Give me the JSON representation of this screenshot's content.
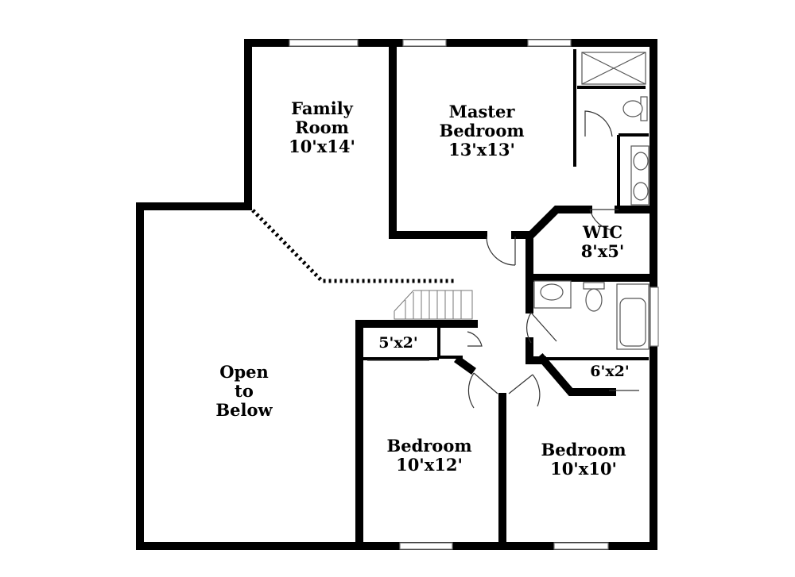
{
  "rooms": {
    "family_room": {
      "name_line1": "Family",
      "name_line2": "Room",
      "size": "10'x14'"
    },
    "master_bedroom": {
      "name_line1": "Master",
      "name_line2": "Bedroom",
      "size": "13'x13'"
    },
    "wic": {
      "name": "WIC",
      "size": "8'x5'"
    },
    "open_to_below": {
      "line1": "Open",
      "line2": "to",
      "line3": "Below"
    },
    "closet_5x2": {
      "size": "5'x2'"
    },
    "closet_6x2": {
      "size": "6'x2'"
    },
    "bedroom_left": {
      "name": "Bedroom",
      "size": "10'x12'"
    },
    "bedroom_right": {
      "name": "Bedroom",
      "size": "10'x10'"
    }
  },
  "colors": {
    "wall": "#000000",
    "background": "#ffffff",
    "fixture": "#555555"
  }
}
